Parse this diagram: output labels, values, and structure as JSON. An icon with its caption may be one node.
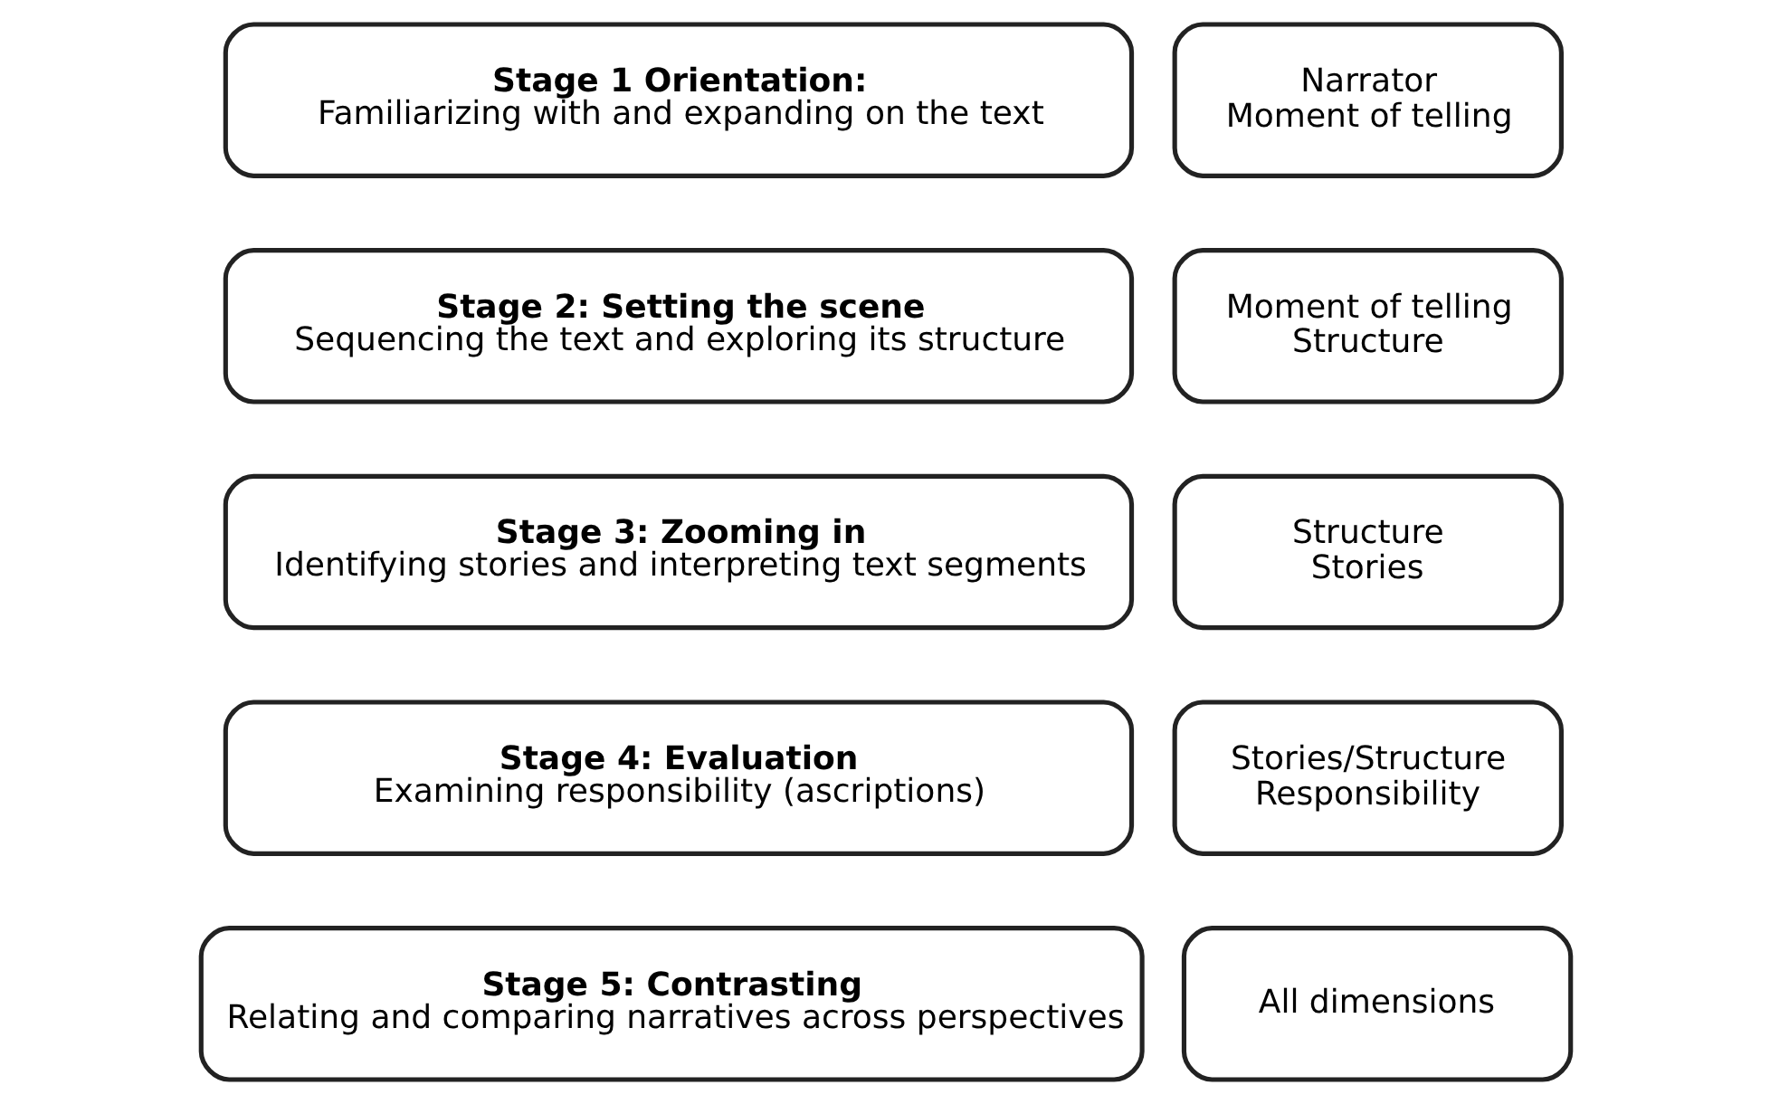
{
  "diagram": {
    "nodes": [
      {
        "text": [
          "Stage 1 Orientation:",
          "Familiarizing with and expanding on the text"
        ]
      },
      {
        "text": [
          "Narrator",
          "Moment of telling"
        ]
      },
      {
        "text": [
          "Stage 2: Setting the scene",
          "Sequencing the text and exploring its structure"
        ]
      },
      {
        "text": [
          "Moment of telling",
          "Structure"
        ]
      },
      {
        "text": [
          "Stage 3: Zooming in",
          "Identifying stories and interpreting text segments"
        ]
      },
      {
        "text": [
          "Structure",
          "Stories"
        ]
      },
      {
        "text": [
          "Stage 4: Evaluation",
          "Examining responsibility (ascriptions)"
        ]
      },
      {
        "text": [
          "Stories/Structure",
          "Responsibility"
        ]
      },
      {
        "text": [
          "Stage 5: Contrasting",
          "Relating and comparing narratives across perspectives"
        ]
      },
      {
        "text": [
          "All dimensions"
        ]
      }
    ]
  }
}
